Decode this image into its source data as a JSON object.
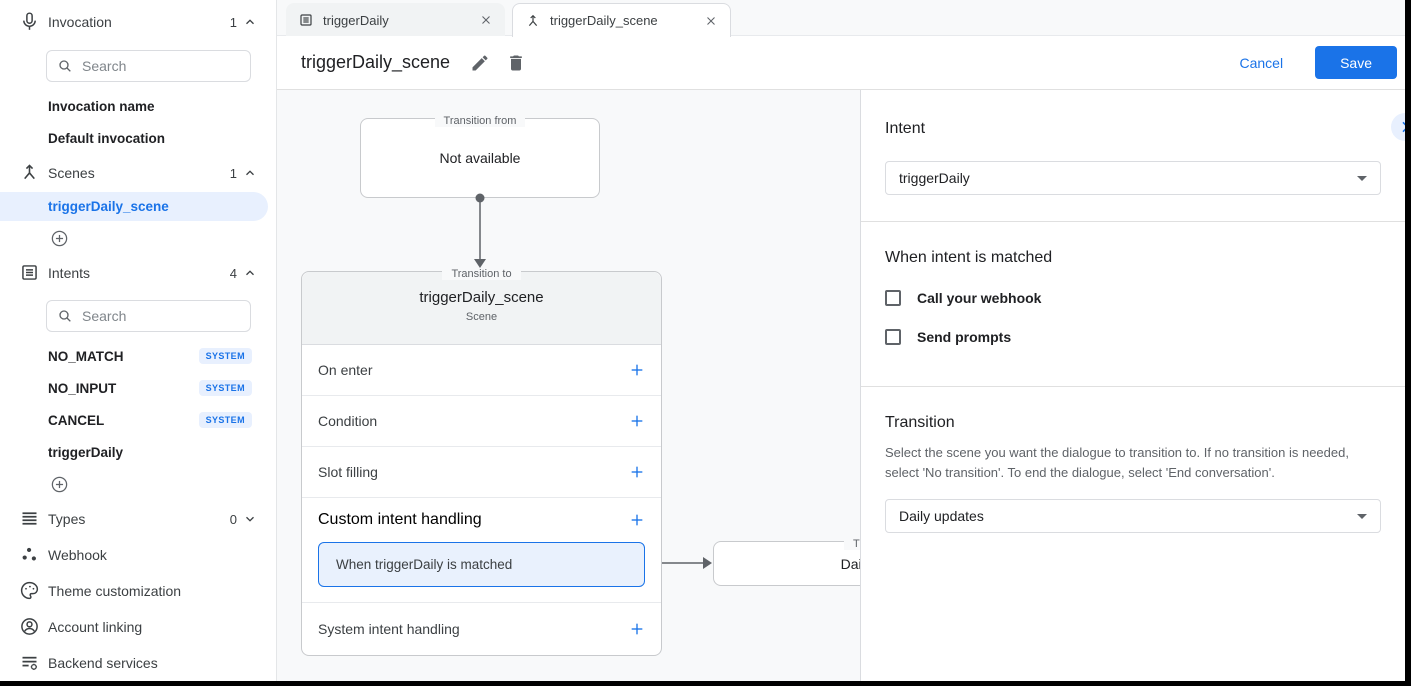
{
  "colors": {
    "accent": "#1a73e8",
    "selection_bg": "#e8f0fe",
    "canvas_bg": "#f8f9fa",
    "border": "#dadce0"
  },
  "sidebar": {
    "invocation": {
      "label": "Invocation",
      "count": "1",
      "search_placeholder": "Search",
      "items": [
        {
          "label": "Invocation name"
        },
        {
          "label": "Default invocation"
        }
      ]
    },
    "scenes": {
      "label": "Scenes",
      "count": "1",
      "items": [
        {
          "label": "triggerDaily_scene",
          "selected": true
        }
      ]
    },
    "intents": {
      "label": "Intents",
      "count": "4",
      "search_placeholder": "Search",
      "items": [
        {
          "label": "NO_MATCH",
          "badge": "SYSTEM"
        },
        {
          "label": "NO_INPUT",
          "badge": "SYSTEM"
        },
        {
          "label": "CANCEL",
          "badge": "SYSTEM"
        },
        {
          "label": "triggerDaily",
          "badge": ""
        }
      ]
    },
    "types": {
      "label": "Types",
      "count": "0"
    },
    "links": [
      {
        "label": "Webhook"
      },
      {
        "label": "Theme customization"
      },
      {
        "label": "Account linking"
      },
      {
        "label": "Backend services"
      }
    ]
  },
  "tabs": [
    {
      "label": "triggerDaily",
      "icon": "intent-icon",
      "active": false
    },
    {
      "label": "triggerDaily_scene",
      "icon": "scene-icon",
      "active": true
    }
  ],
  "header": {
    "title": "triggerDaily_scene",
    "cancel_label": "Cancel",
    "save_label": "Save"
  },
  "canvas": {
    "transition_from": {
      "legend": "Transition from",
      "value": "Not available"
    },
    "scene_card": {
      "legend": "Transition to",
      "title": "triggerDaily_scene",
      "subtitle": "Scene",
      "rows": [
        "On enter",
        "Condition",
        "Slot filling",
        "Custom intent handling",
        "System intent handling"
      ],
      "matched_item": "When triggerDaily is matched"
    },
    "target_box": {
      "legend": "Transition to",
      "value": "Daily updates"
    }
  },
  "panel": {
    "intent": {
      "heading": "Intent",
      "value": "triggerDaily"
    },
    "matched": {
      "heading": "When intent is matched",
      "checkboxes": [
        {
          "label": "Call your webhook",
          "checked": false
        },
        {
          "label": "Send prompts",
          "checked": false
        }
      ]
    },
    "transition": {
      "heading": "Transition",
      "description": "Select the scene you want the dialogue to transition to. If no transition is needed, select 'No transition'. To end the dialogue, select 'End conversation'.",
      "value": "Daily updates"
    }
  }
}
